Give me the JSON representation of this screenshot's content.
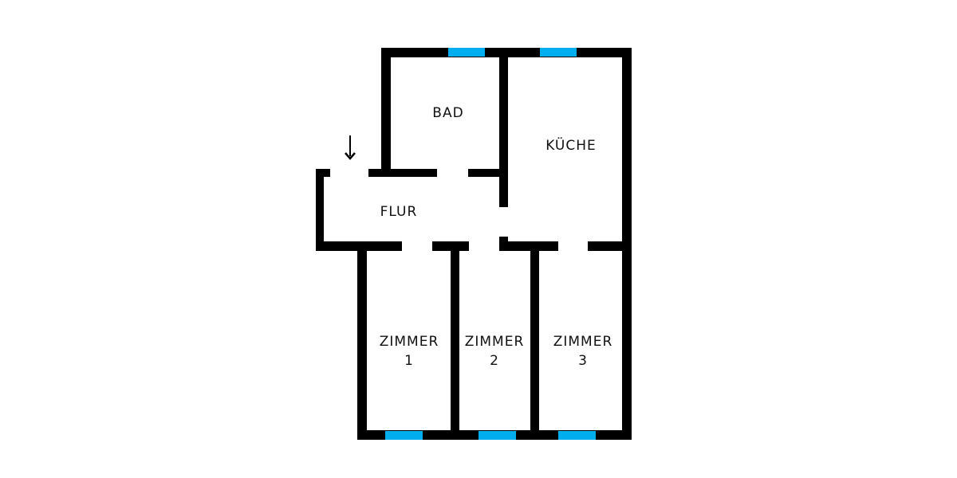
{
  "plan": {
    "rooms": {
      "bad": "BAD",
      "kueche": "KÜCHE",
      "flur": "FLUR",
      "zimmer1": {
        "name": "ZIMMER",
        "number": "1"
      },
      "zimmer2": {
        "name": "ZIMMER",
        "number": "2"
      },
      "zimmer3": {
        "name": "ZIMMER",
        "number": "3"
      }
    },
    "entrance_icon": "arrow-down-icon",
    "colors": {
      "wall": "#000000",
      "window": "#00aeef",
      "background": "#ffffff"
    }
  }
}
